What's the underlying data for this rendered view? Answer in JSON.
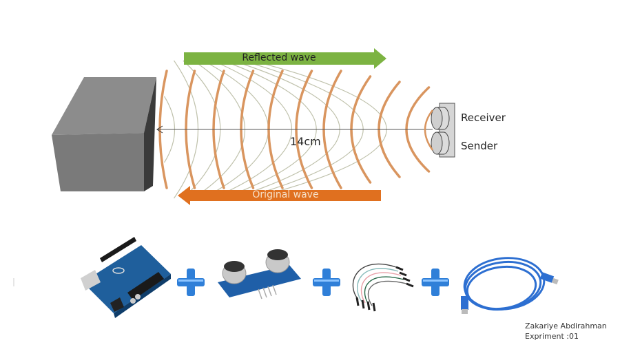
{
  "diagram": {
    "reflected_label": "Reflected wave",
    "original_label": "Original wave",
    "distance_label": "14cm",
    "receiver_label": "Receiver",
    "sender_label": "Sender",
    "colors": {
      "reflected_arrow": "#7cb342",
      "original_arrow": "#e0701f",
      "original_wave": "#d9955f",
      "reflected_wave": "#b9bca3",
      "object_front": "#7b7b7b",
      "object_top": "#8e8e8e",
      "object_side": "#3e3e3e"
    }
  },
  "components": [
    {
      "name": "arduino-uno-board"
    },
    {
      "name": "ultrasonic-sensor-hc-sr04"
    },
    {
      "name": "jumper-wires"
    },
    {
      "name": "usb-cable"
    }
  ],
  "credit": {
    "author": "Zakariye Abdirahman",
    "experiment": "Expriment :01"
  }
}
